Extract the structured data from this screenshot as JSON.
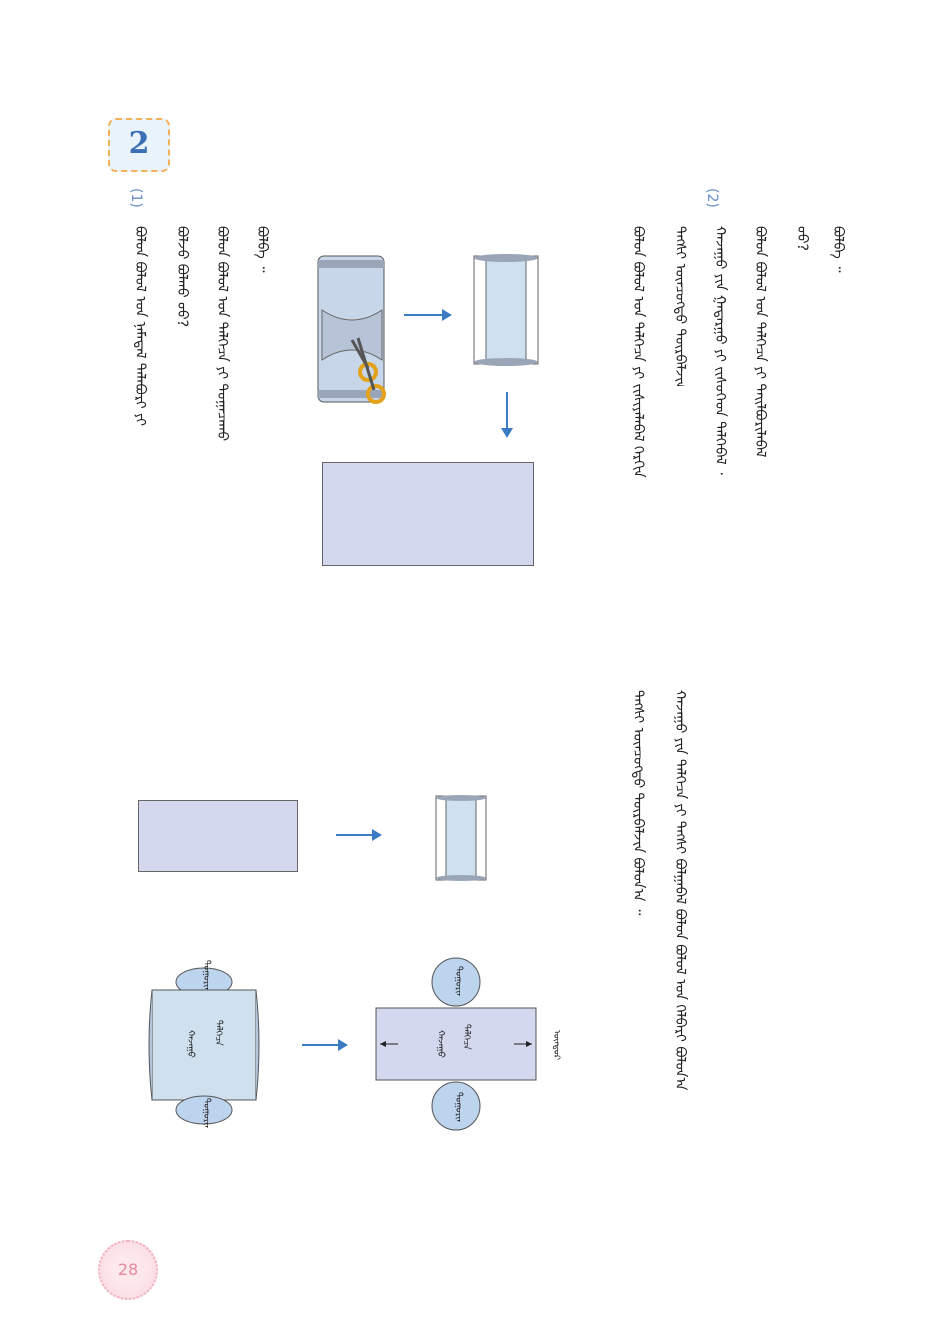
{
  "badge": {
    "number": "2"
  },
  "questions": {
    "q1_num": "(1)",
    "q2_num": "(2)"
  },
  "text": {
    "col1": "ᠪᠣᠯᠤᠨ ᠪᠣᠯᠤᠯ ᠤᠨ ᠨᠡᠮᠡᠳᠡᠯ ᠲᠠᠯᠠᠪᠤᠷᠢ ᠶᠢ",
    "col2": "ᠪᠣᠯᠵᠤ ᠪᠣᠯᠬᠤ ᠤᠤ?",
    "col3": "ᠪᠣᠯᠤᠨ ᠪᠣᠯᠤᠯ ᠤᠨ ᠳᠡᠯᠭᠡᠴᠡ ᠶᠢ ᠲᠣᠭᠠᠴᠠᠬᠤ",
    "col4": "ᠪᠣᠯᠪᠠ ᠃",
    "col5": "ᠪᠣᠯᠤᠨ ᠪᠣᠯᠤᠯ ᠤᠨ ᠳᠡᠯᠭᠡᠴᠡ ᠶᠢ ᠵᠢᠱᠢᠶᠡᠯᠡᠪᠡᠯ ᠬᠡᠷᠬᠢᠨ",
    "col6": "ᠲᠡᠭᠰᠢ ᠥᠨᠴᠥᠭᠲᠦ ᠳᠦᠷᠪᠡᠯᠵᠢᠨ ᠪᠣᠯᠵᠤ ᠪᠠᠢᠨ᠎ᠠ ᠃",
    "col7": "ᠬᠠᠵᠠᠭᠤ ᠶᠢᠨ ᠭᠠᠳᠠᠷᠭᠤ ᠶᠢ ᠵᠢᠰᠦᠭᠡᠳ ᠳᠡᠯᠭᠡᠪᠡᠯ ᠂",
    "col8": "ᠪᠣᠯᠤᠨ ᠪᠣᠯᠤᠯ ᠤᠨ ᠳᠡᠯᠭᠡᠴᠡ ᠶᠢ ᠲᠠᠢᠯᠪᠤᠷᠢᠯᠠᠪᠠᠯ",
    "col9": "ᠤᠤ?",
    "col10": "ᠪᠣᠯᠪᠠ ᠃",
    "col11": "ᠲᠡᠭᠰᠢ ᠥᠨᠴᠥᠭᠲᠦ ᠳᠦᠷᠪᠡᠯᠵᠢᠨ ᠪᠣᠯᠤᠨ᠎ᠠ ᠃",
    "col12": "ᠬᠠᠵᠠᠭᠤ ᠶᠢᠨ ᠳᠡᠯᠭᠡᠴᠡ ᠶᠢ ᠲᠡᠭᠰᠢ ᠪᠣᠯᠭᠠᠪᠠᠯ ᠪᠣᠯᠤᠨ ᠪᠣᠯᠤᠯ ᠤᠨ ᠬᠡᠯᠪᠡᠷᠢ ᠪᠣᠯᠤᠨ᠎ᠠ"
  },
  "figure_labels": {
    "circle_top": "ᠳᠣᠭᠣᠷᠢᠭ",
    "side": "ᠬᠠᠵᠠᠭᠤ",
    "face": "ᠳᠡᠯᠭᠡᠴᠡ",
    "circle_bottom": "ᠳᠣᠭᠣᠷᠢᠭ",
    "height": "ᠥᠨᠳᠥᠷ"
  },
  "page": {
    "number": "28"
  }
}
